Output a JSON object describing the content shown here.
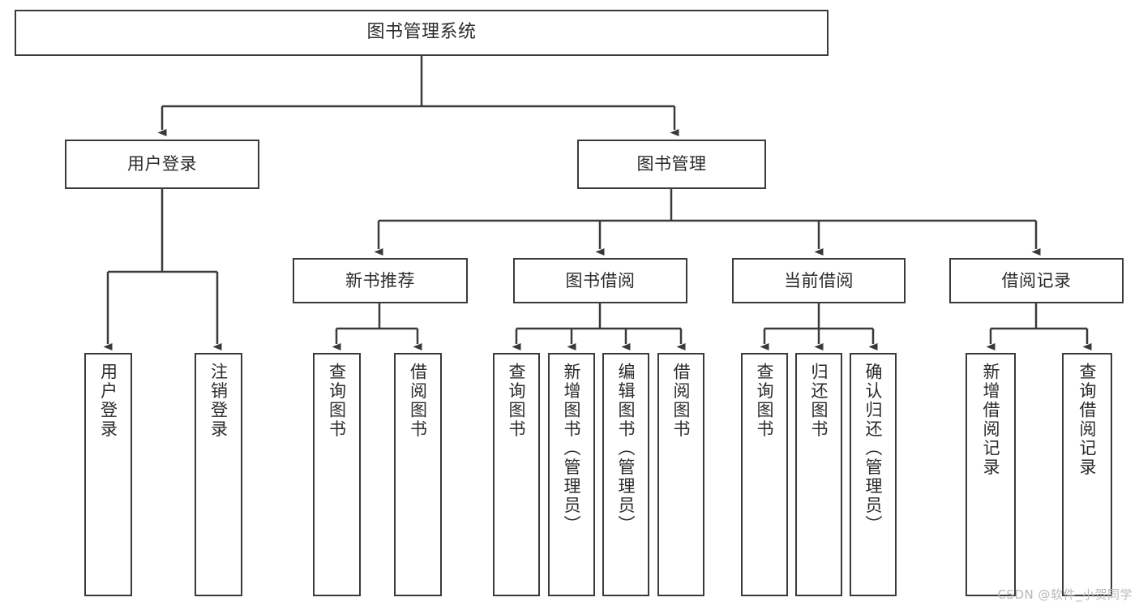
{
  "diagram": {
    "title": "图书管理系统",
    "watermark": "CSDN @软件_小贺同学",
    "line_color": "#3a3a3a",
    "box_fill": "#ffffff",
    "text_color": "#2b2b2b",
    "root": {
      "label": "图书管理系统"
    },
    "level1": [
      {
        "label": "用户登录"
      },
      {
        "label": "图书管理"
      }
    ],
    "level2": [
      {
        "label": "新书推荐"
      },
      {
        "label": "图书借阅"
      },
      {
        "label": "当前借阅"
      },
      {
        "label": "借阅记录"
      }
    ],
    "leaves": {
      "user_login": [
        {
          "label": "用户登录"
        },
        {
          "label": "注销登录"
        }
      ],
      "new_book": [
        {
          "label": "查询图书"
        },
        {
          "label": "借阅图书"
        }
      ],
      "book_borrow": [
        {
          "label": "查询图书"
        },
        {
          "label": "新增图书（管理员）"
        },
        {
          "label": "编辑图书（管理员）"
        },
        {
          "label": "借阅图书"
        }
      ],
      "current_borrow": [
        {
          "label": "查询图书"
        },
        {
          "label": "归还图书"
        },
        {
          "label": "确认归还（管理员）"
        }
      ],
      "borrow_record": [
        {
          "label": "新增借阅记录"
        },
        {
          "label": "查询借阅记录"
        }
      ]
    }
  }
}
